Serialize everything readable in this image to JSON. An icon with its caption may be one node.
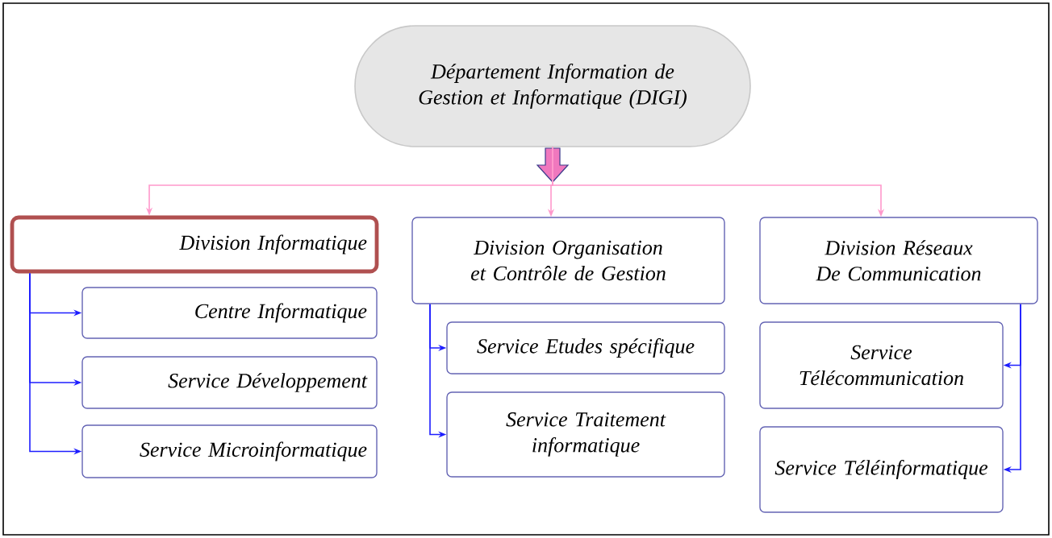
{
  "diagram": {
    "nodes": [
      {
        "text": [
          "Département Information de Gestion et Informatique (DIGI)"
        ]
      },
      {
        "text": [
          "Division Informatique"
        ]
      },
      {
        "text": [
          "Centre Informatique"
        ]
      },
      {
        "text": [
          "Service Développement"
        ]
      },
      {
        "text": [
          "Service Microinformatique"
        ]
      },
      {
        "text": [
          "Division Organisation et Contrôle de Gestion"
        ]
      },
      {
        "text": [
          "Service Etudes spécifique"
        ]
      },
      {
        "text": [
          "Service Traitement informatique"
        ]
      },
      {
        "text": [
          "Division Réseaux De Communication"
        ]
      },
      {
        "text": [
          "Service Télécommunication"
        ]
      },
      {
        "text": [
          "Service Téléinformatique"
        ]
      }
    ],
    "edges": [
      {
        "from": 0,
        "to": 1,
        "arrow": "to",
        "color": "#ff99cc"
      },
      {
        "from": 0,
        "to": 5,
        "arrow": "to",
        "color": "#ff99cc"
      },
      {
        "from": 0,
        "to": 8,
        "arrow": "to",
        "color": "#ff99cc"
      },
      {
        "from": 1,
        "to": 2,
        "arrow": "to"
      },
      {
        "from": 1,
        "to": 3,
        "arrow": "to"
      },
      {
        "from": 1,
        "to": 4,
        "arrow": "to"
      },
      {
        "from": 5,
        "to": 6,
        "arrow": "to"
      },
      {
        "from": 5,
        "to": 7,
        "arrow": "to"
      },
      {
        "from": 8,
        "to": 9,
        "arrow": "to"
      },
      {
        "from": 8,
        "to": 10,
        "arrow": "to"
      }
    ]
  }
}
